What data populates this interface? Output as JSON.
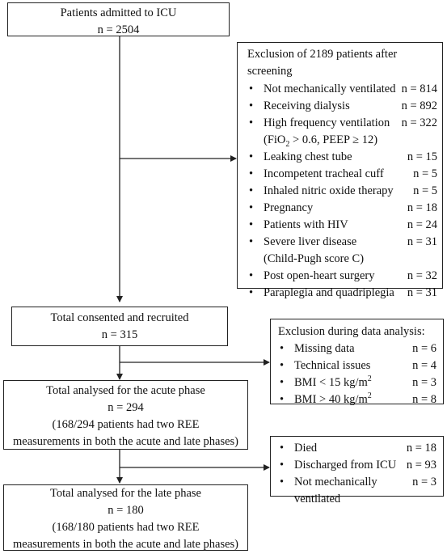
{
  "admitted": {
    "title": "Patients admitted to ICU",
    "n": "n = 2504"
  },
  "exclusion_screening": {
    "title": "Exclusion of 2189 patients after screening",
    "items": [
      {
        "label": "Not mechanically ventilated",
        "n": "n = 814"
      },
      {
        "label": "Receiving dialysis",
        "n": "n = 892"
      },
      {
        "label": "High frequency ventilation",
        "sub_pre": "(FiO",
        "sub_digit": "2",
        "sub_post": " > 0.6, PEEP ≥ 12)",
        "n": "n = 322"
      },
      {
        "label": "Leaking chest tube",
        "n": "n = 15"
      },
      {
        "label": "Incompetent tracheal cuff",
        "n": "n = 5"
      },
      {
        "label": "Inhaled nitric oxide therapy",
        "n": "n = 5"
      },
      {
        "label": "Pregnancy",
        "n": "n = 18"
      },
      {
        "label": "Patients with HIV",
        "n": "n = 24"
      },
      {
        "label": "Severe liver disease",
        "line2": "(Child-Pugh score C)",
        "n": "n = 31"
      },
      {
        "label": "Post open-heart surgery",
        "n": "n = 32"
      },
      {
        "label": "Paraplegia and quadriplegia",
        "n": "n = 31"
      }
    ]
  },
  "recruited": {
    "title": "Total consented and recruited",
    "n": "n = 315"
  },
  "exclusion_analysis": {
    "title": "Exclusion during data analysis:",
    "items": [
      {
        "label": "Missing data",
        "n": "n = 6"
      },
      {
        "label": "Technical issues",
        "n": "n = 4"
      },
      {
        "label": "BMI < 15 kg/m",
        "sup": "2",
        "n": "n = 3"
      },
      {
        "label": "BMI > 40 kg/m",
        "sup": "2",
        "n": "n = 8"
      }
    ]
  },
  "acute": {
    "title": "Total analysed for the acute phase",
    "n": "n = 294",
    "note1": "(168/294 patients had two REE",
    "note2": "measurements in both the acute and late phases)"
  },
  "late_exclusion": {
    "items": [
      {
        "label": "Died",
        "n": "n = 18"
      },
      {
        "label": "Discharged from ICU",
        "n": "n = 93"
      },
      {
        "label": "Not mechanically",
        "line2": "ventilated",
        "n": "n = 3"
      }
    ]
  },
  "late": {
    "title": "Total analysed for the late phase",
    "n": "n = 180",
    "note1": "(168/180 patients had two REE",
    "note2": "measurements in both the acute and late phases)"
  },
  "bullet": "•"
}
